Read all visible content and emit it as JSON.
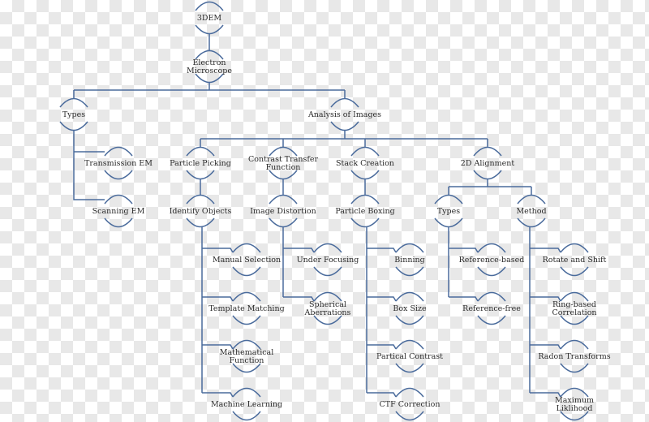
{
  "colors": {
    "line": "#4a6b9c",
    "text": "#2a2a2a"
  },
  "nodes": {
    "root": [
      "3DEM"
    ],
    "microscope": [
      "Electron",
      "Microscope"
    ],
    "types": [
      "Types"
    ],
    "analysis": [
      "Analysis of Images"
    ],
    "transmission": [
      "Transmission EM"
    ],
    "scanning": [
      "Scanning EM"
    ],
    "picking": [
      "Particle Picking"
    ],
    "ctf": [
      "Contrast Transfer",
      "Function"
    ],
    "stack": [
      "Stack Creation"
    ],
    "align": [
      "2D Alignment"
    ],
    "identify": [
      "Identify Objects"
    ],
    "distortion": [
      "Image Distortion"
    ],
    "boxing": [
      "Particle Boxing"
    ],
    "align_types": [
      "Types"
    ],
    "method": [
      "Method"
    ],
    "manual": [
      "Manual Selection"
    ],
    "template": [
      "Template Matching"
    ],
    "math": [
      "Mathematical",
      "Function"
    ],
    "ml": [
      "Machine Learning"
    ],
    "focusing": [
      "Under Focusing"
    ],
    "spherical": [
      "Spherical",
      "Aberrations"
    ],
    "binning": [
      "Binning"
    ],
    "boxsize": [
      "Box Size"
    ],
    "contrast": [
      "Partical Contrast"
    ],
    "ctfcorr": [
      "CTF Correction"
    ],
    "refbased": [
      "Reference-based"
    ],
    "reffree": [
      "Reference-free"
    ],
    "rotate": [
      "Rotate and Shift"
    ],
    "ring": [
      "Ring-based",
      "Correlation"
    ],
    "radon": [
      "Radon Transforms"
    ],
    "maxlik": [
      "Maximum",
      "Liklihood"
    ]
  }
}
